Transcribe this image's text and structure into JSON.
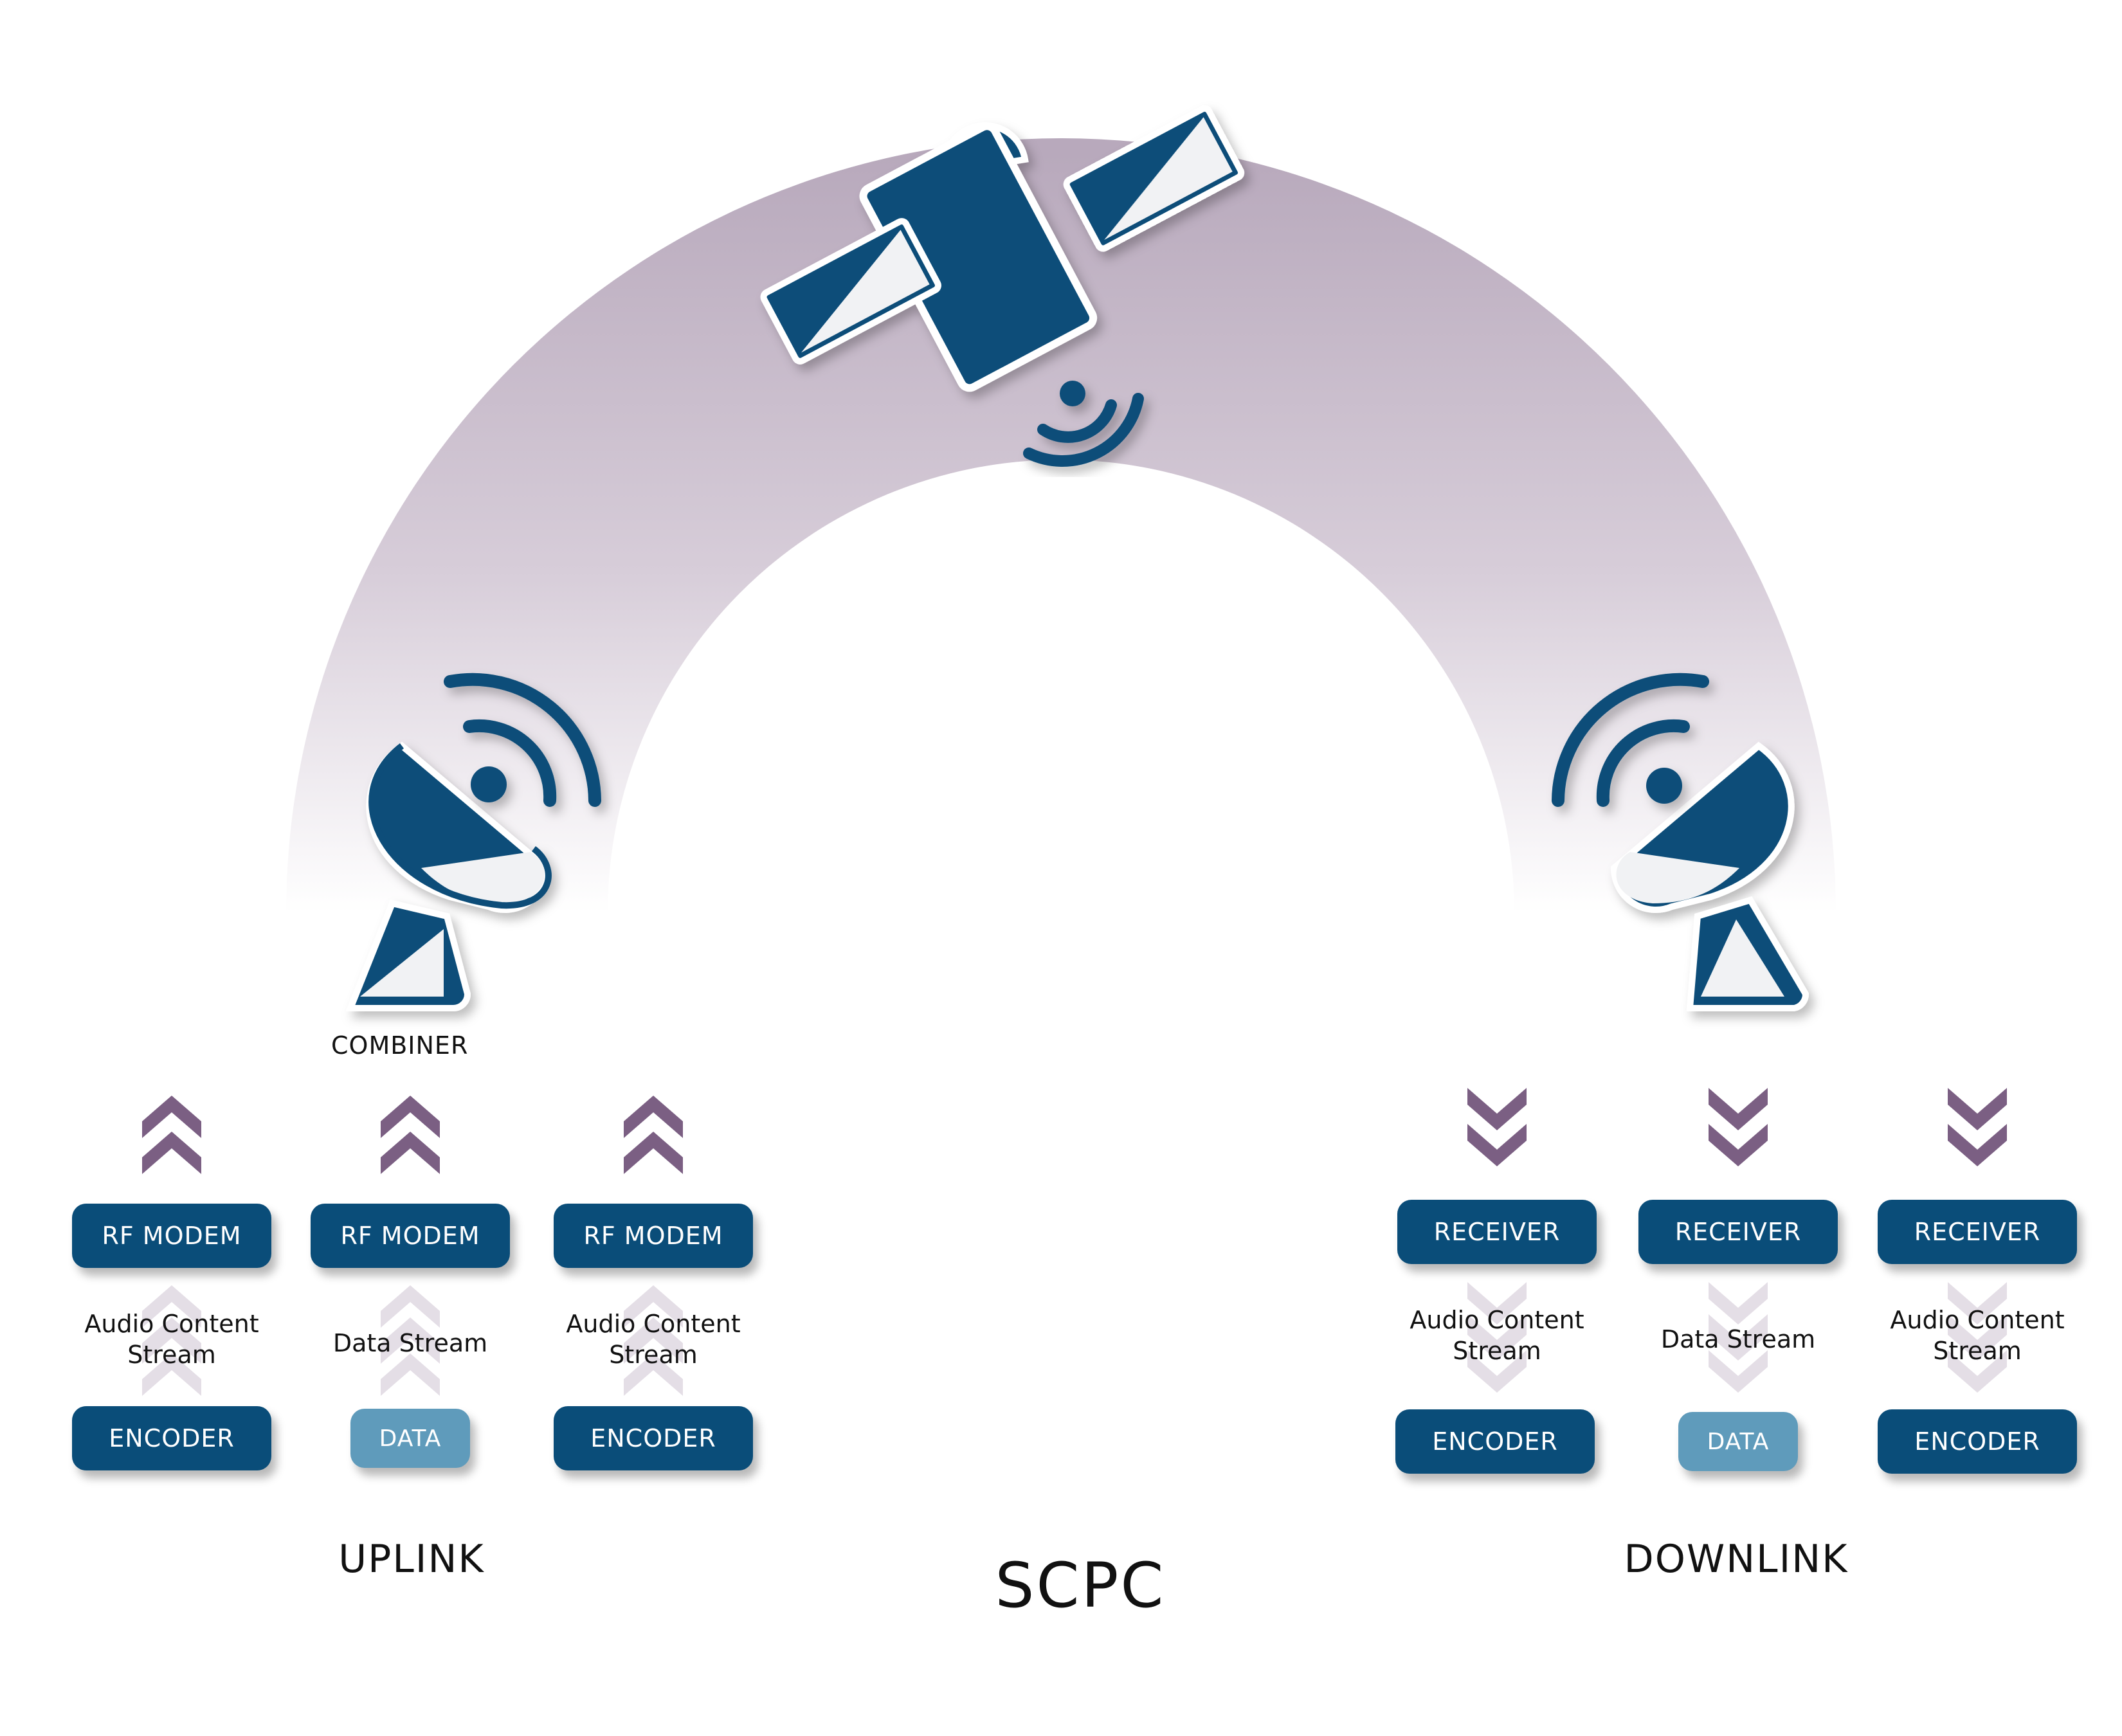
{
  "title": "SCPC",
  "combiner_label": "COMBINER",
  "uplink": {
    "heading": "UPLINK",
    "columns": [
      {
        "top": "RF MODEM",
        "stream": "Audio Content Stream",
        "bottom": "ENCODER"
      },
      {
        "top": "RF MODEM",
        "stream": "Data Stream",
        "bottom": "DATA"
      },
      {
        "top": "RF MODEM",
        "stream": "Audio Content Stream",
        "bottom": "ENCODER"
      }
    ]
  },
  "downlink": {
    "heading": "DOWNLINK",
    "columns": [
      {
        "top": "RECEIVER",
        "stream": "Audio Content Stream",
        "bottom": "ENCODER"
      },
      {
        "top": "RECEIVER",
        "stream": "Data Stream",
        "bottom": "DATA"
      },
      {
        "top": "RECEIVER",
        "stream": "Audio Content Stream",
        "bottom": "ENCODER"
      }
    ]
  },
  "colors": {
    "navy": "#0a4d79",
    "data_box": "#5f9bbb",
    "arc": "#b8a9bc",
    "chevron": "#7b5f83",
    "faint_chevron": "#e4dee6",
    "panel_light": "#f1f2f4"
  },
  "icons": [
    "satellite-icon",
    "uplink-dish-icon",
    "downlink-dish-icon",
    "signal-waves-icon",
    "chevron-up-icon",
    "chevron-down-icon"
  ]
}
